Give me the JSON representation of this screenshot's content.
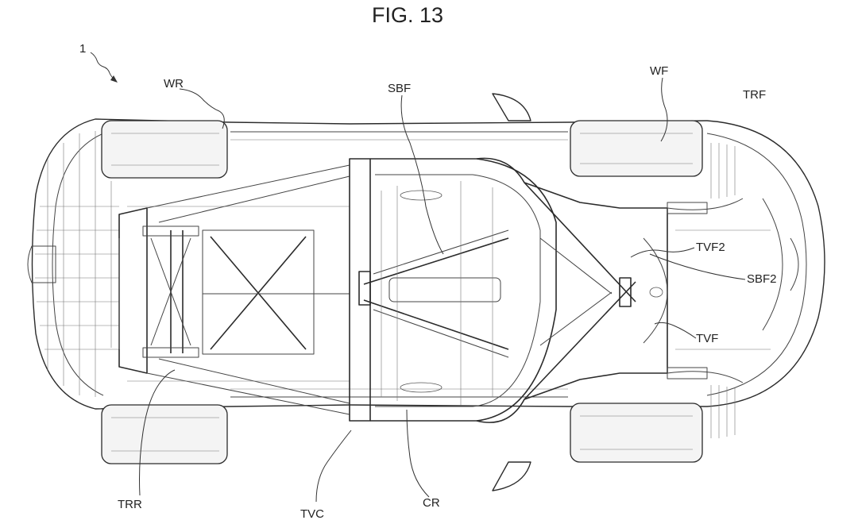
{
  "figure": {
    "title": "FIG. 13",
    "reference_numeral": "1"
  },
  "labels": {
    "wr": "WR",
    "sbf": "SBF",
    "wf": "WF",
    "trf": "TRF",
    "tvf2": "TVF2",
    "sbf2": "SBF2",
    "tvf": "TVF",
    "trr": "TRR",
    "tvc": "TVC",
    "cr": "CR"
  }
}
